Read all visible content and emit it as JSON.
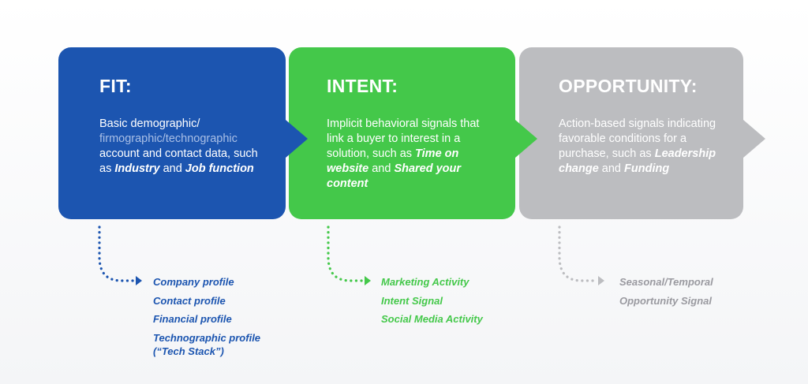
{
  "cards": [
    {
      "title": "FIT:",
      "desc_parts": [
        "Basic demographic/",
        "firmographic/technographic",
        "account and contact data, such as ",
        "Industry",
        " and ",
        "Job function"
      ],
      "color": "#1c55b0"
    },
    {
      "title": "INTENT:",
      "desc_parts": [
        "Implicit behavioral signals that link a buyer to interest in a solution, such as ",
        "Time on website",
        " and ",
        "Shared your content"
      ],
      "color": "#44c84a"
    },
    {
      "title": "OPPORTUNITY:",
      "desc_parts": [
        "Action-based signals indicating favorable conditions for a purchase, such as ",
        "Leadership change",
        " and ",
        "Funding"
      ],
      "color": "#bcbdc0"
    }
  ],
  "lists": {
    "fit": [
      "Company profile",
      "Contact profile",
      "Financial profile",
      "Technographic profile (“Tech Stack”)"
    ],
    "intent": [
      "Marketing Activity",
      "Intent Signal",
      "Social Media Activity"
    ],
    "opportunity": [
      "Seasonal/Temporal",
      "Opportunity Signal"
    ]
  },
  "colors": {
    "fit": "#1c55b0",
    "intent": "#44c84a",
    "opportunity": "#bcbdc0",
    "opportunity_text": "#9a9aa0"
  }
}
